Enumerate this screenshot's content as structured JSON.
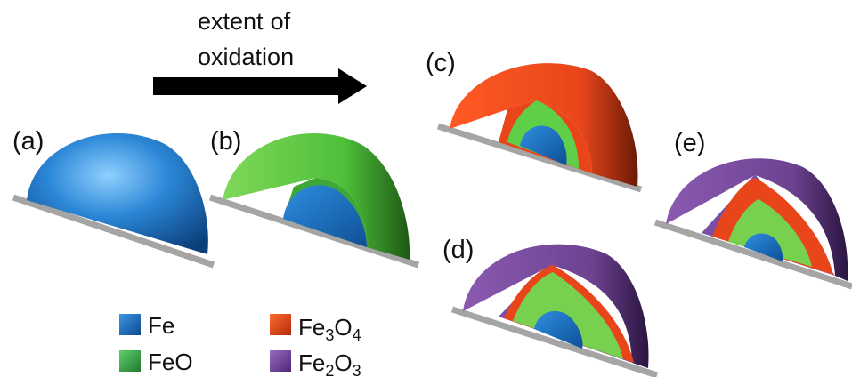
{
  "arrow": {
    "line1": "extent",
    "line2": "of",
    "line3": "oxidation"
  },
  "panels": {
    "a": "(a)",
    "b": "(b)",
    "c": "(c)",
    "d": "(d)",
    "e": "(e)"
  },
  "legend": {
    "fe": {
      "label": "Fe",
      "color": "#1f74c8"
    },
    "feo": {
      "label": "FeO",
      "color": "#3aa84a"
    },
    "fe3o4": {
      "base": "Fe",
      "sub1": "3",
      "mid": "O",
      "sub2": "4",
      "color": "#e84a1b"
    },
    "fe2o3": {
      "base": "Fe",
      "sub1": "2",
      "mid": "O",
      "sub2": "3",
      "color": "#7b45a0"
    }
  }
}
